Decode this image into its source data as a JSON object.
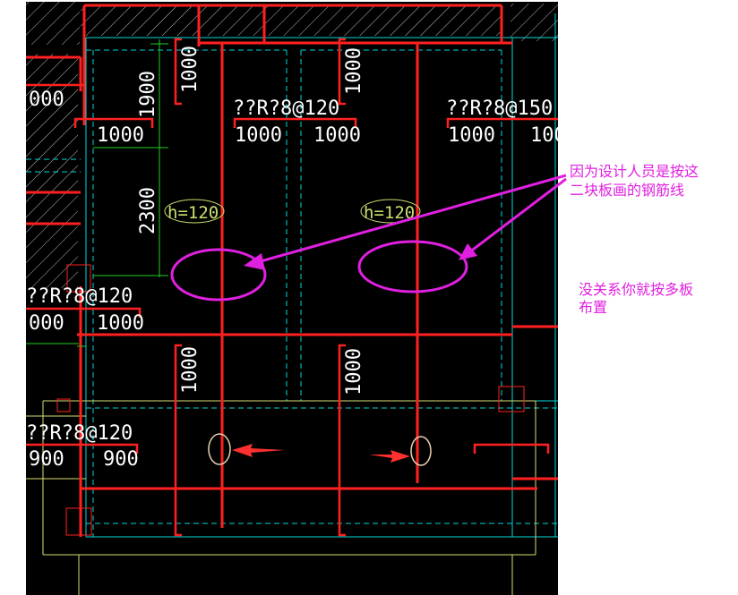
{
  "colors": {
    "background": "#000000",
    "paper": "#ffffff",
    "rebar": "#ff2020",
    "beam_line": "#00e0e0",
    "dim_line": "#20d020",
    "text": "#ffffff",
    "annotation": "#e020e0",
    "label_oval": "#c8e070",
    "hatch": "#c8c8c8",
    "slab_outline": "#d8e070"
  },
  "rebar_labels": {
    "top_mid": "??R?8@120",
    "top_right": "??R?8@150",
    "left_mid": "??R?8@120",
    "left_bottom": "??R?8@120"
  },
  "dimensions": {
    "top_left_cut": "000",
    "span_a": "1000",
    "span_b": "1000",
    "span_c": "1000",
    "span_d": "1000",
    "span_e_cut": "100",
    "vert_1900": "1900",
    "vert_2300": "2300",
    "left_mid_a": "000",
    "left_mid_b": "1000",
    "left_bottom_a": "900",
    "left_bottom_b": "900",
    "vert_top_left": "1000",
    "vert_top_mid": "1000",
    "vert_bottom_left": "1000",
    "vert_bottom_mid": "1000"
  },
  "slab_thickness": {
    "left": "h=120",
    "right": "h=120"
  },
  "annotations": {
    "note_1_line_1": "因为设计人员是按这",
    "note_1_line_2": "二块板画的钢筋线",
    "note_2_line_1": "没关系你就按多板",
    "note_2_line_2": "布置"
  }
}
